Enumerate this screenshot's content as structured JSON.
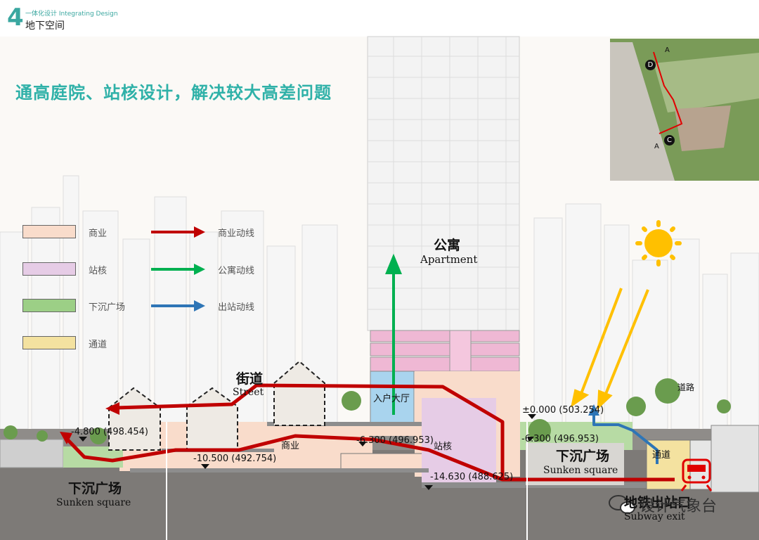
{
  "header": {
    "section_number": "4",
    "subtitle": "一体化设计 Integrating Design",
    "title": "地下空间"
  },
  "main_title": "通高庭院、站核设计，解决较大高差问题",
  "legend": {
    "areas": [
      {
        "label": "商业",
        "color": "#f9dccb"
      },
      {
        "label": "站核",
        "color": "#e6cce6"
      },
      {
        "label": "下沉广场",
        "color": "#9ccf86"
      },
      {
        "label": "通道",
        "color": "#f4e2a0"
      }
    ],
    "flows": [
      {
        "label": "商业动线",
        "color": "#c00000"
      },
      {
        "label": "公寓动线",
        "color": "#00b050"
      },
      {
        "label": "出站动线",
        "color": "#2e75b6"
      }
    ]
  },
  "labels": {
    "apartment_cn": "公寓",
    "apartment_en": "Apartment",
    "street_cn": "街道",
    "street_en": "Street",
    "entrance_hall": "入户大厅",
    "commercial": "商业",
    "station_core": "站核",
    "passage": "通道",
    "road": "道路",
    "sunken_square_left_cn": "下沉广场",
    "sunken_square_left_en": "Sunken square",
    "sunken_square_right_cn": "下沉广场",
    "sunken_square_right_en": "Sunken square",
    "subway_exit_cn": "地铁出站口",
    "subway_exit_en": "Subway exit"
  },
  "elevations": {
    "left_sunken": "-4.800 (498.454)",
    "left_lower": "-10.500 (492.754)",
    "mid": "-6.300 (496.953)",
    "right_sunken": "-6.300 (496.953)",
    "ground": "±0.000 (503.254)",
    "lowest": "-14.630 (488.625)"
  },
  "site_plan": {
    "marker_d": "D",
    "marker_c": "C",
    "section_a_top": "A",
    "section_a_bottom": "A"
  },
  "watermark": "设计气象台",
  "icons": {
    "sun": "sun-icon",
    "train": "train-icon",
    "wechat": "wechat-icon"
  }
}
